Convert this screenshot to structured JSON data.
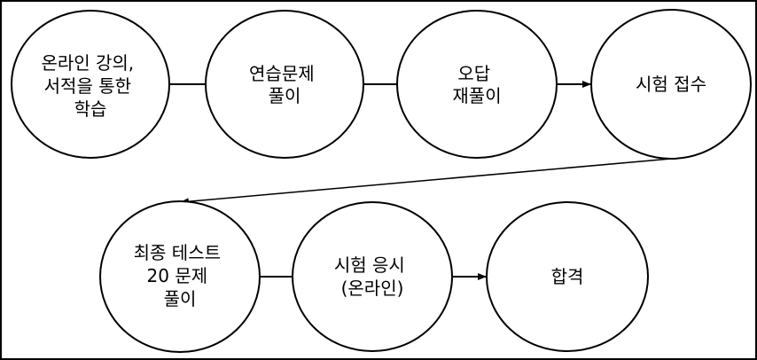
{
  "nodes": [
    {
      "id": "step-1",
      "lines": [
        "온라인 강의,",
        "서적을 통한",
        "학습"
      ]
    },
    {
      "id": "step-2",
      "lines": [
        "연습문제",
        "풀이"
      ]
    },
    {
      "id": "step-3",
      "lines": [
        "오답",
        "재풀이"
      ]
    },
    {
      "id": "step-4",
      "lines": [
        "시험 접수"
      ]
    },
    {
      "id": "step-5",
      "lines": [
        "최종 테스트",
        "20 문제",
        "풀이"
      ]
    },
    {
      "id": "step-6",
      "lines": [
        "시험 응시",
        "(온라인)"
      ]
    },
    {
      "id": "step-7",
      "lines": [
        "합격"
      ]
    }
  ],
  "colors": {
    "stroke": "#000000",
    "fill": "#ffffff",
    "text": "#000000"
  }
}
